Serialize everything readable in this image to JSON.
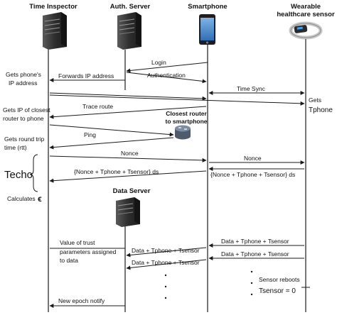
{
  "actors": {
    "time_inspector": "Time Inspector",
    "auth_server": "Auth. Server",
    "smartphone": "Smartphone",
    "sensor_line1": "Wearable",
    "sensor_line2": "healthcare sensor",
    "closest_router_line1": "Closest router",
    "closest_router_line2": "to smartphone",
    "data_server": "Data Server"
  },
  "messages": {
    "login": "Login",
    "authentication": "Authentication",
    "forwards_ip": "Forwards IP address",
    "time_sync": "Time Sync",
    "trace_route": "Trace route",
    "ping": "Ping",
    "nonce_left": "Nonce",
    "nonce_right": "Nonce",
    "response_left": "{Nonce + Tphone + Tsensor} ds",
    "response_right": "{Nonce + Tphone + Tsensor} ds",
    "data_sensor_1": "Data + Tphone + Tsensor",
    "data_sensor_2": "Data + Tphone + Tsensor",
    "data_to_ds_1": "Data + Tphone + Tsensor",
    "data_to_ds_2": "Data + Tphone + Tsensor",
    "new_epoch": "New epoch notify"
  },
  "notes": {
    "gets_phone_ip_1": "Gets phone's",
    "gets_phone_ip_2": "IP address",
    "gets_ip_router_1": "Gets IP of closest",
    "gets_ip_router_2": "router to phone",
    "gets_rtt_1": "Gets round trip",
    "gets_rtt_2": "time (rtt)",
    "techo": "Techo",
    "calculates": "Calculates",
    "epsilon": "ϵ",
    "gets_tphone_1": "Gets",
    "gets_tphone_2": "Tphone",
    "trust_1": "Value of trust",
    "trust_2": "parameters assigned",
    "trust_3": "to data",
    "sensor_reboots": "Sensor reboots",
    "tsensor_zero": "Tsensor = 0"
  },
  "colors": {
    "line": "#1a1a1a",
    "server_body": "#3a3a3a",
    "phone_screen": "#4a86c8",
    "router_body": "#5f6f82"
  },
  "icons": [
    "server-icon",
    "smartphone-icon",
    "wristband-icon",
    "router-icon"
  ]
}
